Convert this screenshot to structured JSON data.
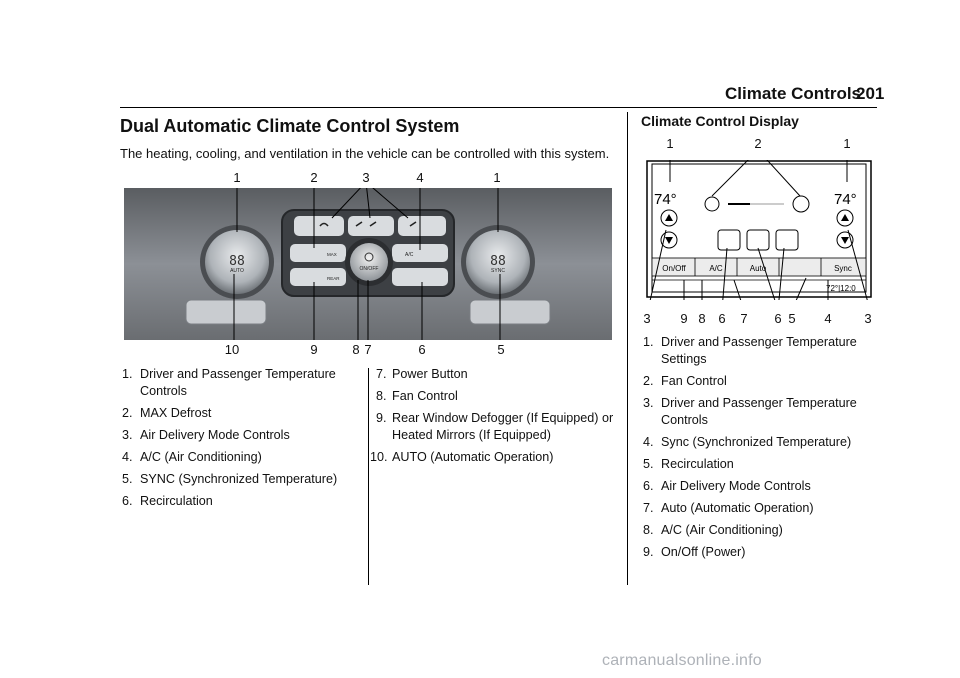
{
  "header": {
    "title": "Climate Controls",
    "page": "201"
  },
  "section": {
    "title": "Dual Automatic Climate Control System",
    "intro": "The heating, cooling, and ventilation in the vehicle can be controlled with this system."
  },
  "panel": {
    "left_dial": {
      "label": "AUTO",
      "digits": "88"
    },
    "right_dial": {
      "label": "SYNC",
      "digits": "88"
    },
    "buttons": {
      "max": "MAX",
      "ac": "A/C",
      "rear": "REAR",
      "power": "ON/OFF"
    },
    "callouts_top": [
      "1",
      "2",
      "3",
      "4",
      "1"
    ],
    "callouts_bottom": [
      "10",
      "9",
      "8",
      "7",
      "6",
      "5"
    ]
  },
  "left_list": [
    {
      "n": "1.",
      "text": "Driver and Passenger Temperature Controls"
    },
    {
      "n": "2.",
      "text": "MAX Defrost"
    },
    {
      "n": "3.",
      "text": "Air Delivery Mode Controls"
    },
    {
      "n": "4.",
      "text": "A/C (Air Conditioning)"
    },
    {
      "n": "5.",
      "text": "SYNC (Synchronized Temperature)"
    },
    {
      "n": "6.",
      "text": "Recirculation"
    }
  ],
  "middle_list": [
    {
      "n": "7.",
      "text": "Power Button"
    },
    {
      "n": "8.",
      "text": "Fan Control"
    },
    {
      "n": "9.",
      "text": "Rear Window Defogger (If Equipped) or Heated Mirrors (If Equipped)"
    },
    {
      "n": "10.",
      "text": "AUTO (Automatic Operation)"
    }
  ],
  "display": {
    "title": "Climate Control Display",
    "temp_left": "74°",
    "temp_right": "74°",
    "buttons": [
      "On/Off",
      "A/C",
      "Auto",
      "",
      "Sync"
    ],
    "status_temp": "72°",
    "status_time": "12:0",
    "callouts_top": [
      "1",
      "2",
      "1"
    ],
    "callouts_bottom": [
      "3",
      "9",
      "8",
      "6",
      "7",
      "6",
      "5",
      "4",
      "3"
    ]
  },
  "right_list": [
    {
      "n": "1.",
      "text": "Driver and Passenger Temperature Settings"
    },
    {
      "n": "2.",
      "text": "Fan Control"
    },
    {
      "n": "3.",
      "text": "Driver and Passenger Temperature Controls"
    },
    {
      "n": "4.",
      "text": "Sync (Synchronized Temperature)"
    },
    {
      "n": "5.",
      "text": "Recirculation"
    },
    {
      "n": "6.",
      "text": "Air Delivery Mode Controls"
    },
    {
      "n": "7.",
      "text": "Auto (Automatic Operation)"
    },
    {
      "n": "8.",
      "text": "A/C (Air Conditioning)"
    },
    {
      "n": "9.",
      "text": "On/Off (Power)"
    }
  ],
  "watermark": "carmanualsonline.info"
}
